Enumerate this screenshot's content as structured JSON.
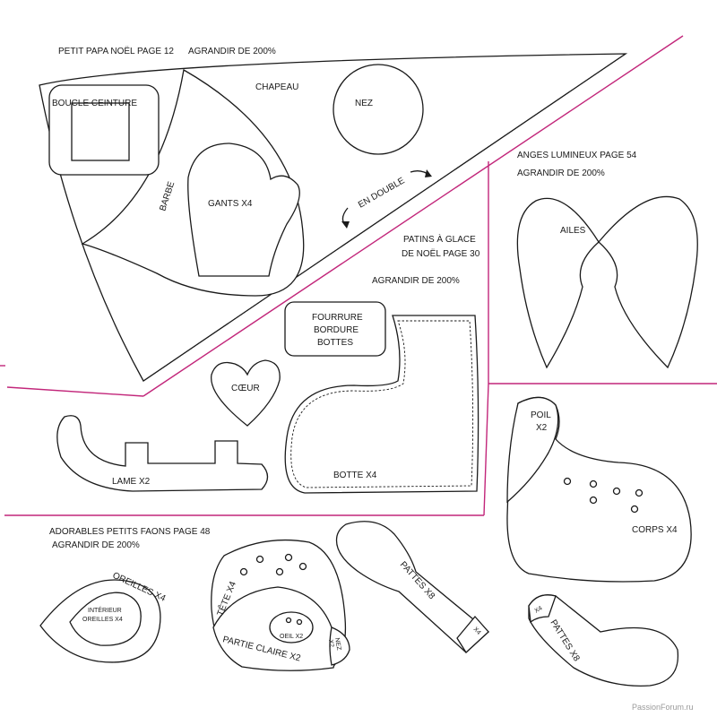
{
  "colors": {
    "divider": "#c2267a",
    "ink": "#1a1a1a",
    "paper": "#ffffff"
  },
  "santa": {
    "heading": "PETIT PAPA NOËL PAGE 12",
    "enlarge": "AGRANDIR DE 200%",
    "labels": {
      "buckle": "BOUCLE CEINTURE",
      "hat": "CHAPEAU",
      "nose": "NEZ",
      "beard": "BARBE",
      "gloves": "GANTS X4",
      "fold": "EN DOUBLE"
    }
  },
  "angels": {
    "heading": "ANGES LUMINEUX PAGE 54",
    "enlarge": "AGRANDIR DE 200%",
    "labels": {
      "wings": "AILES"
    }
  },
  "skates": {
    "heading_line1": "PATINS À GLACE",
    "heading_line2": "DE NOËL PAGE 30",
    "enlarge": "AGRANDIR DE 200%",
    "labels": {
      "fur_line1": "FOURRURE",
      "fur_line2": "BORDURE",
      "fur_line3": "BOTTES",
      "heart": "CŒUR",
      "blade": "LAME X2",
      "boot": "BOTTE X4"
    }
  },
  "fawns": {
    "heading": "ADORABLES PETITS FAONS PAGE 48",
    "enlarge": "AGRANDIR DE 200%",
    "labels": {
      "ears": "OREILLES X4",
      "inner_line1": "INTÉRIEUR",
      "inner_line2": "OREILLES X4",
      "head": "TÊTE X4",
      "light_part": "PARTIE CLAIRE X2",
      "eye": "OEIL X2",
      "nose_line1": "NEZ",
      "nose_line2": "X2",
      "legs": "PATTES X8",
      "legs_tip": "X4",
      "legs2": "PATTES X8",
      "legs2_tip": "X4",
      "hair_line1": "POIL",
      "hair_line2": "X2",
      "body": "CORPS X4"
    }
  },
  "watermark": "PassionForum.ru"
}
